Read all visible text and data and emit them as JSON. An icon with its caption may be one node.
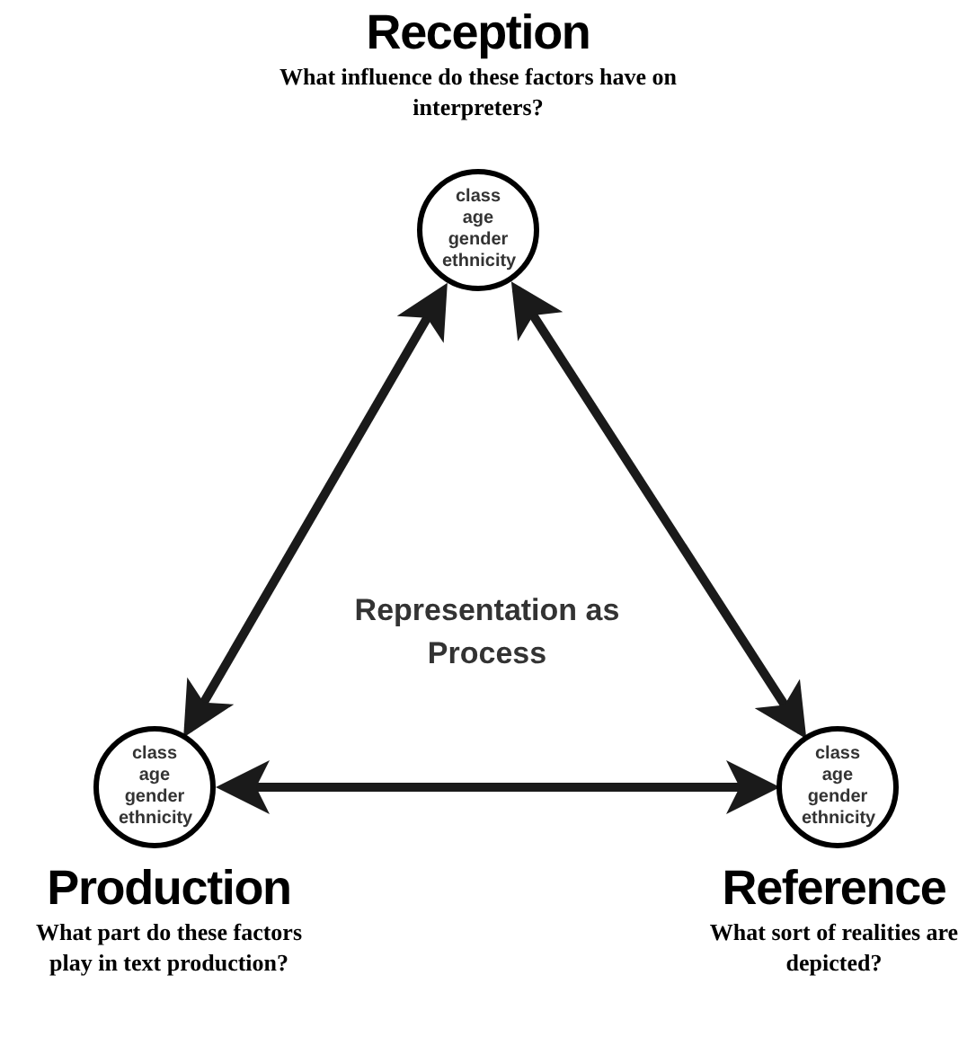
{
  "diagram": {
    "nodes": [
      {
        "text": [
          "class age gender ethnicity"
        ],
        "beside": [
          "Reception",
          "What influence do these factors have on interpreters?"
        ]
      },
      {
        "text": [
          "class age gender ethnicity"
        ],
        "beside": [
          "Production",
          "What part do these factors play in text production?"
        ]
      },
      {
        "text": [
          "class age gender ethnicity"
        ],
        "beside": [
          "Reference",
          "What sort of realities are depicted?"
        ]
      }
    ],
    "edges": [
      {
        "from": 0,
        "to": 1,
        "arrow": "both"
      },
      {
        "from": 0,
        "to": 2,
        "arrow": "both"
      },
      {
        "from": 1,
        "to": 2,
        "arrow": "both"
      }
    ],
    "labels": [
      "Representation as Process"
    ]
  }
}
